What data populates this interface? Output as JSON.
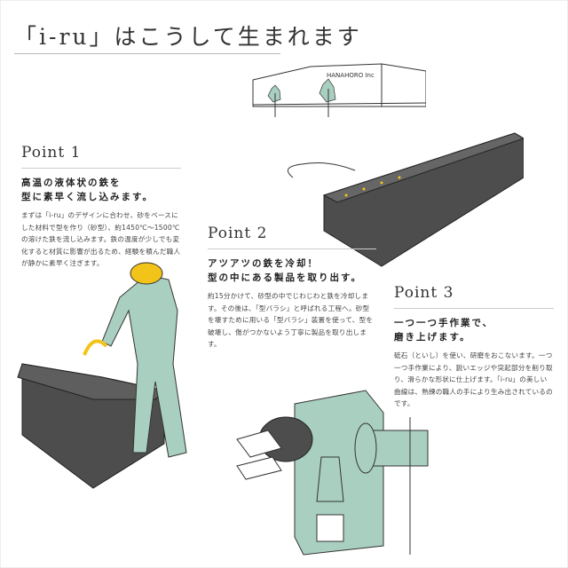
{
  "title": "「i-ru」はこうして生まれます",
  "factory_sign": "HANAHORO Inc",
  "points": [
    {
      "label": "Point 1",
      "heading": [
        "高温の液体状の鉄を",
        "型に素早く流し込みます。"
      ],
      "body": "まずは「i-ru」のデザインに合わせ、砂をベースにした材料で型を作り（砂型）、約1450℃〜1500℃の溶けた鉄を流し込みます。鉄の温度が少しでも変化すると材質に影響が出るため、経験を積んだ職人が静かに素早く注ぎます。"
    },
    {
      "label": "Point 2",
      "heading": [
        "アツアツの鉄を冷却！",
        "型の中にある製品を取り出す。"
      ],
      "body": "約15分かけて、砂型の中でじわじわと鉄を冷却します。その後は、「型バラシ」と呼ばれる工程へ。砂型を壊すために用いる「型バラシ」装置を使って、型を破壊し、傷がつかないよう丁寧に製品を取り出します。"
    },
    {
      "label": "Point 3",
      "heading": [
        "一つ一つ手作業で、",
        "磨き上げます。"
      ],
      "body": "砥石（といし）を使い、研磨をおこないます。一つ一つ手作業により、鋭いエッジや突起部分を削り取り、滑らかな形状に仕上げます。「i-ru」の美しい曲線は、熟練の職人の手により生み出されているのです。"
    }
  ],
  "colors": {
    "mold": "#4d4d4d",
    "mint": "#a9cfc0",
    "helmet": "#f2c318",
    "line": "#333333"
  }
}
